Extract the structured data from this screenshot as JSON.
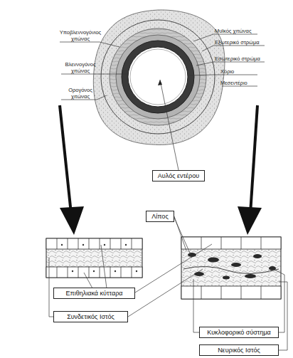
{
  "diagram": {
    "nodes": [
      {
        "text": [
          "Αυλός εντέρου"
        ]
      },
      {
        "text": [
          "Λίπος"
        ]
      },
      {
        "text": [
          "Επιθηλιακά κύτταρα"
        ]
      },
      {
        "text": [
          "Συνδετικός Ιστός"
        ]
      },
      {
        "text": [
          "Κυκλοφορικό σύστημα"
        ]
      },
      {
        "text": [
          "Νευρικός Ιστός"
        ]
      }
    ],
    "labels": [
      "Υποβλεννογόνιος χιτώνας",
      "Βλεννογόνος χιτώνας",
      "Ορογόνος χιτώνας",
      "Μυϊκός χιτώνας",
      "Εξωτερικό στρώμα",
      "Εσωτερικό στρώμα",
      "Χόριο",
      "Μεσεντέριο"
    ]
  }
}
